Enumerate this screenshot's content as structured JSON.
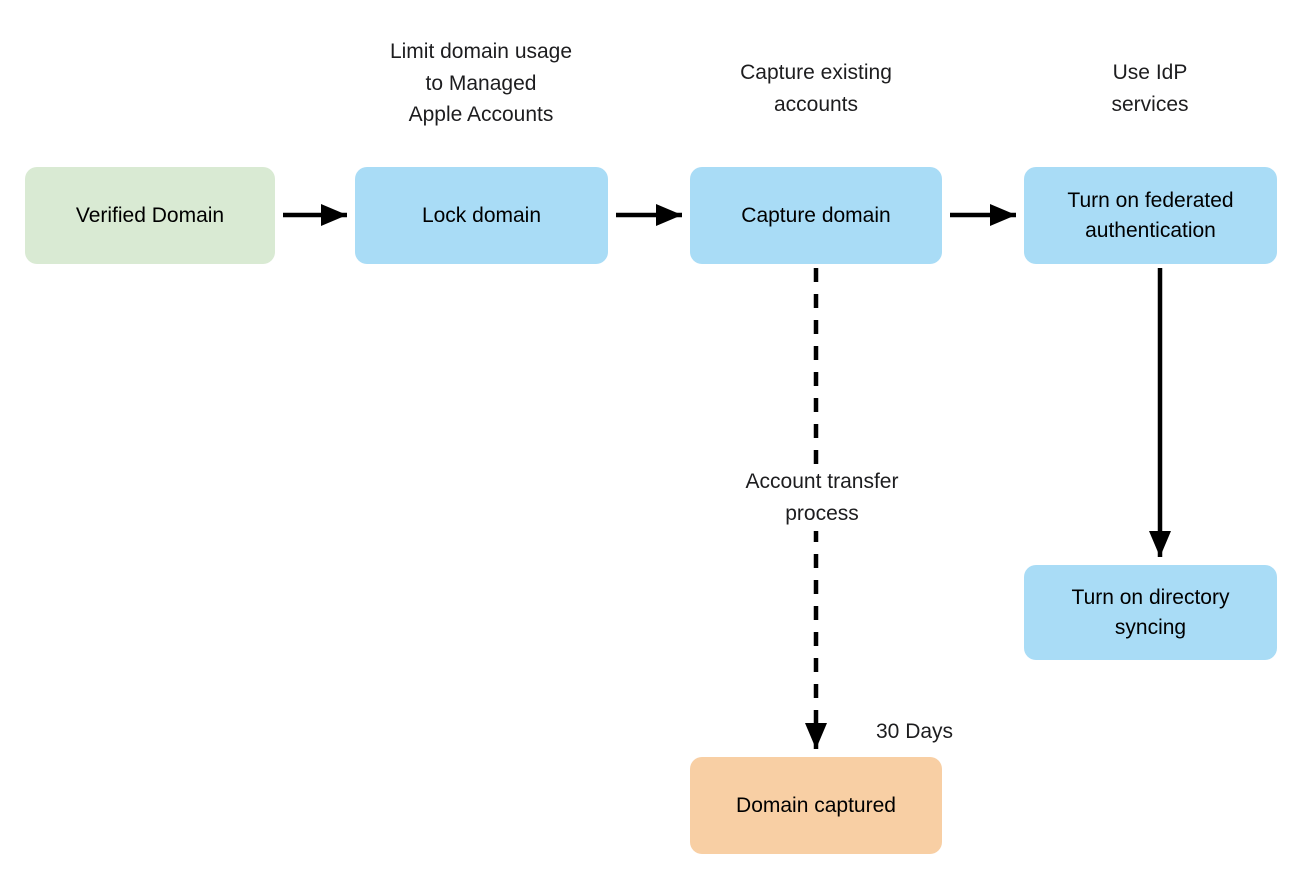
{
  "diagram": {
    "colors": {
      "background": "#ffffff",
      "node_green": "#d9ead3",
      "node_blue": "#a9dcf6",
      "node_orange": "#f8cfa4",
      "text": "#1d1d1f",
      "arrow": "#000000"
    },
    "captions": {
      "lock_domain": "Limit domain usage\nto Managed\nApple Accounts",
      "capture_domain": "Capture existing\naccounts",
      "idp_services": "Use IdP\nservices",
      "account_transfer": "Account transfer\nprocess",
      "thirty_days": "30 Days"
    },
    "nodes": {
      "verified_domain": "Verified Domain",
      "lock_domain": "Lock domain",
      "capture_domain": "Capture domain",
      "federated_authentication": "Turn on federated\nauthentication",
      "directory_syncing": "Turn on directory\nsyncing",
      "domain_captured": "Domain captured"
    }
  }
}
